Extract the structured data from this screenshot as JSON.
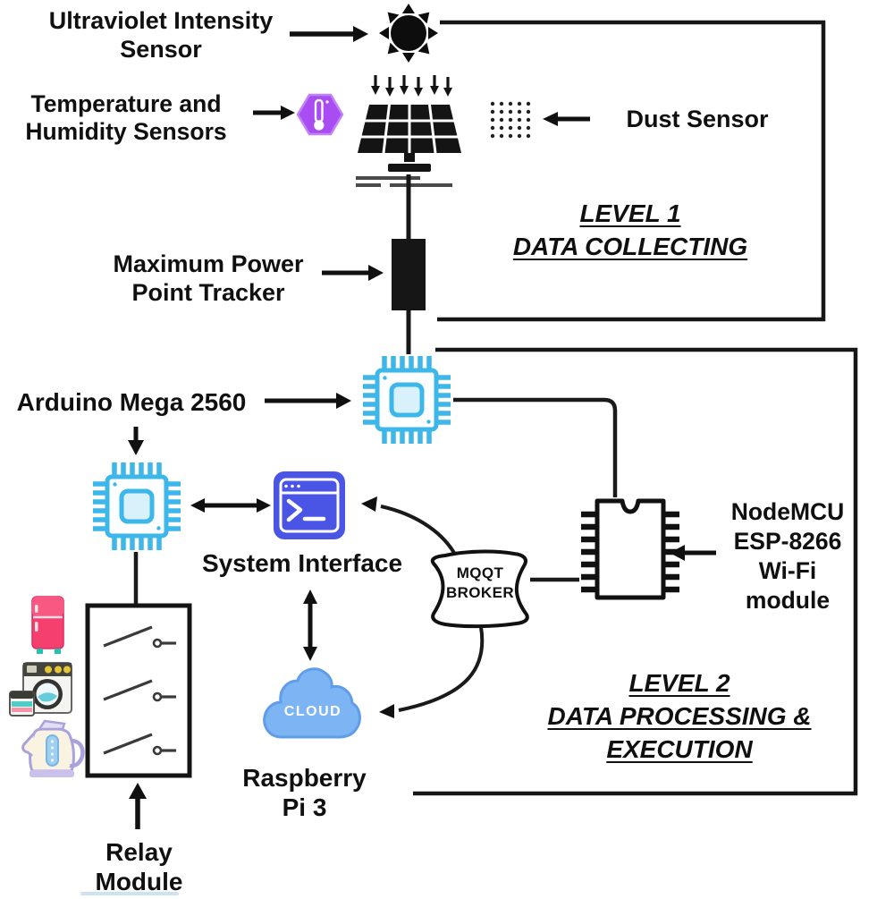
{
  "level1": {
    "line1": "LEVEL 1",
    "line2": "DATA COLLECTING"
  },
  "level2": {
    "line1": "LEVEL 2",
    "line2": "DATA PROCESSING &",
    "line3": "EXECUTION"
  },
  "sensors": {
    "uv": {
      "line1": "Ultraviolet Intensity",
      "line2": "Sensor"
    },
    "temp": {
      "line1": "Temperature and",
      "line2": "Humidity Sensors"
    },
    "dust": {
      "label": "Dust Sensor"
    }
  },
  "components": {
    "mppt": {
      "line1": "Maximum Power",
      "line2": "Point Tracker"
    },
    "arduino": {
      "label": "Arduino Mega 2560"
    },
    "system_interface": {
      "label": "System Interface"
    },
    "nodemcu": {
      "line1": "NodeMCU",
      "line2": "ESP-8266",
      "line3": "Wi-Fi",
      "line4": "module"
    },
    "mqqt_broker": {
      "line1": "MQQT",
      "line2": "BROKER"
    },
    "cloud": {
      "label": "CLOUD"
    },
    "raspberry": {
      "line1": "Raspberry",
      "line2": "Pi 3"
    },
    "relay": {
      "line1": "Relay",
      "line2": "Module"
    }
  },
  "icons": {
    "sun": "sun-icon",
    "solar_panel": "solar-panel-icon",
    "dust_particles": "dust-particles-icon",
    "temp_sensor": "temperature-hexagon-icon",
    "mppt_block": "mppt-block-icon",
    "chip1": "arduino-chip-icon",
    "chip2": "arduino-chip-icon",
    "terminal": "terminal-window-icon",
    "nodemcu_chip": "ic-chip-icon",
    "mqqt_shape": "broker-scroll-shape",
    "cloud": "cloud-icon",
    "relay_box": "relay-switch-box",
    "fridge": "refrigerator-icon",
    "washer": "washing-machine-icon",
    "kettle": "kettle-icon"
  },
  "colors": {
    "chip_blue": "#3db6ea",
    "chip_fill": "#d9f1fb",
    "terminal_blue": "#4a55e6",
    "sensor_purple": "#a94df2",
    "cloud_blue": "#7db4f3",
    "fridge_pink": "#f5406f",
    "ink": "#161616"
  }
}
